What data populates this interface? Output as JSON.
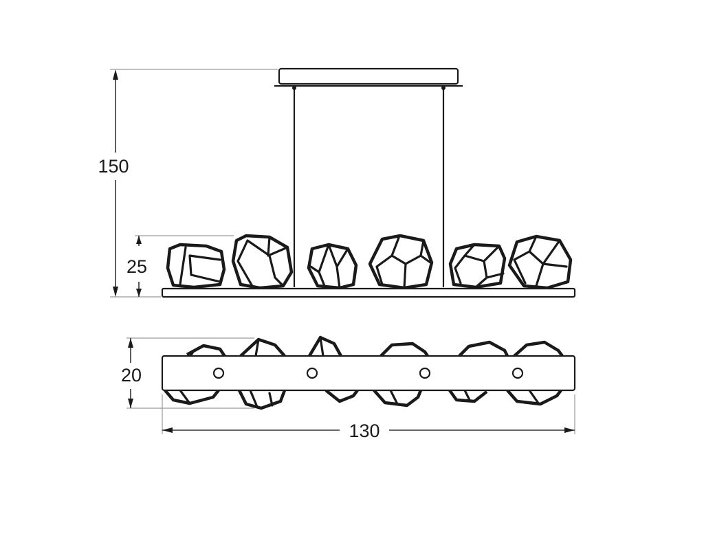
{
  "dimensions": {
    "overall_height": "150",
    "crystal_height": "25",
    "depth": "20",
    "length": "130"
  },
  "colors": {
    "line": "#1a1a1a",
    "extension": "#9a9a9a",
    "background": "#ffffff"
  }
}
